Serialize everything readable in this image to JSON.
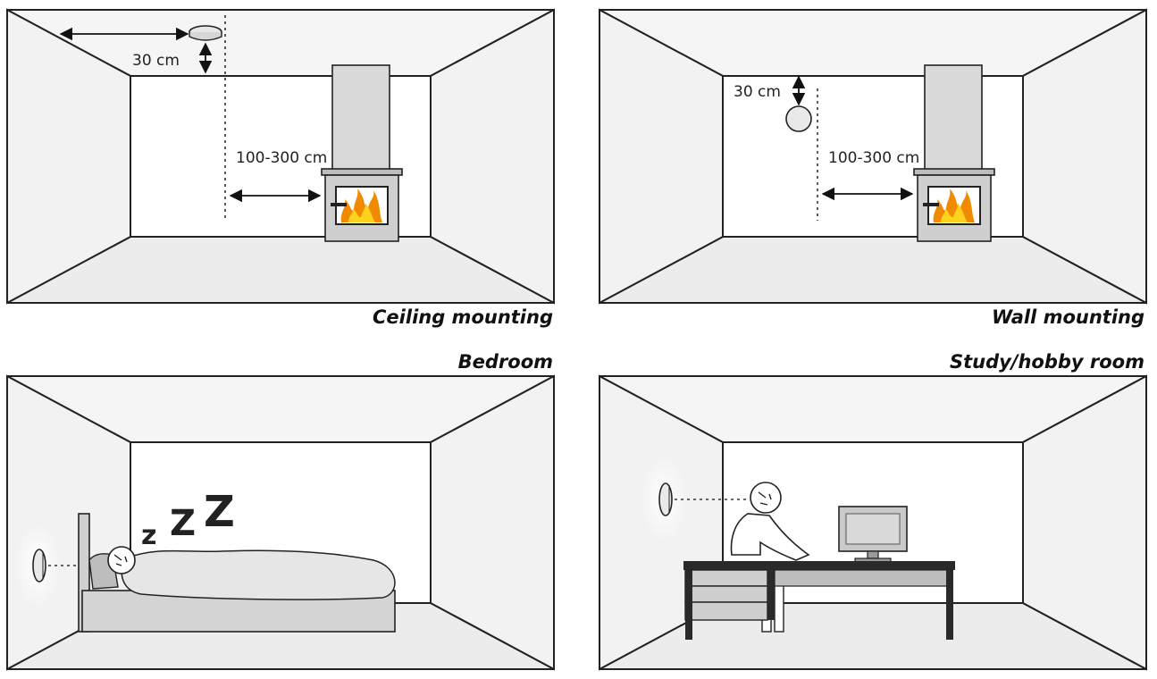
{
  "panels": {
    "ceiling": {
      "caption": "Ceiling mounting",
      "dim_top": "30 cm",
      "dim_distance": "100-300 cm"
    },
    "wall": {
      "caption": "Wall mounting",
      "dim_top": "30 cm",
      "dim_distance": "100-300 cm"
    },
    "bedroom": {
      "caption": "Bedroom",
      "sleep_letters": [
        "z",
        "Z",
        "Z"
      ]
    },
    "study": {
      "caption": "Study/hobby room"
    }
  },
  "colors": {
    "line": "#222222",
    "flame_outer": "#f08a00",
    "flame_inner": "#ffd21f",
    "stove_gray": "#cfcfcf",
    "chimney_gray": "#d9d9d9"
  },
  "icons": [
    "smoke-detector-icon",
    "fireplace-icon",
    "bed-icon",
    "desk-icon",
    "monitor-icon",
    "person-icon"
  ]
}
